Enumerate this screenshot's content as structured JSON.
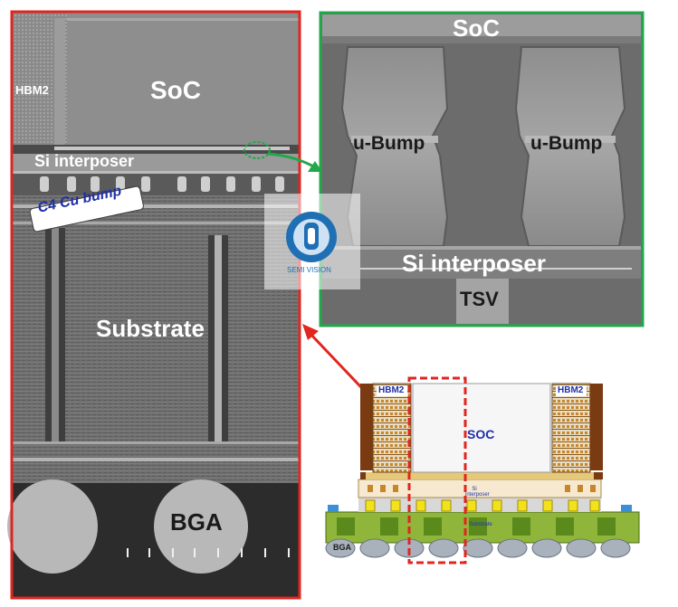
{
  "left_panel": {
    "hbm2_label": "HBM2",
    "soc_label": "SoC",
    "interposer_label": "Si interposer",
    "c4_bump_label": "C4 Cu bump",
    "substrate_label": "Substrate",
    "bga_label": "BGA",
    "frame_color": "#e0261f"
  },
  "right_panel": {
    "soc_label": "SoC",
    "ubump_left_label": "u-Bump",
    "ubump_right_label": "u-Bump",
    "interposer_label": "Si interposer",
    "tsv_label": "TSV",
    "frame_color": "#21a84a"
  },
  "schematic": {
    "hbm2_left_label": "HBM2",
    "hbm2_right_label": "HBM2",
    "soc_label": "SOC",
    "interposer_label": "Si interposer",
    "substrate_label": "Substrate",
    "bga_label": "BGA",
    "highlight_color": "#e0261f"
  },
  "watermark": {
    "text": "SEMI VISION",
    "icon": "semi-vision-logo-icon"
  },
  "arrows": {
    "green_color": "#21a84a",
    "red_color": "#e0261f"
  }
}
